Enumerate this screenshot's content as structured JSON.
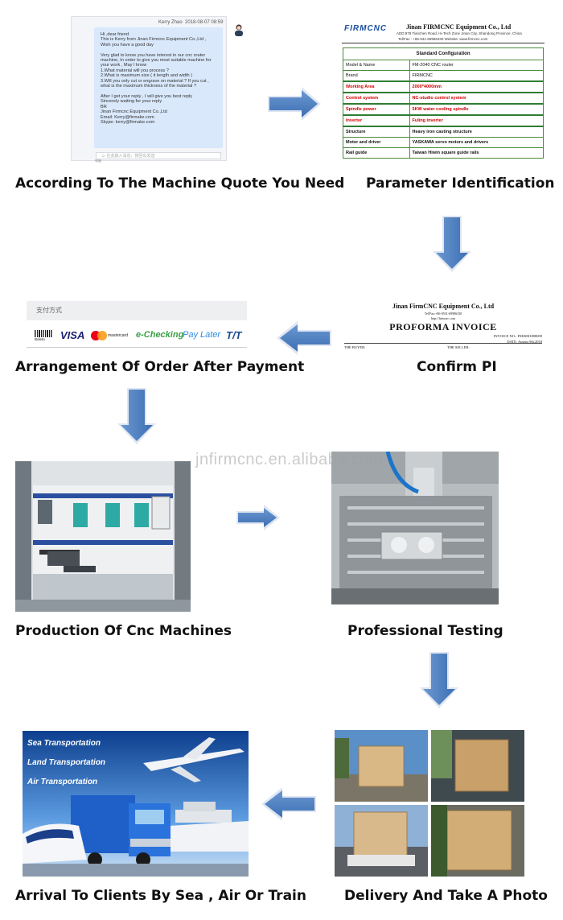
{
  "steps": [
    {
      "caption": "According To The Machine Quote You Need"
    },
    {
      "caption": "Parameter Identification"
    },
    {
      "caption": "Confirm PI"
    },
    {
      "caption": "Arrangement Of Order After Payment"
    },
    {
      "caption": "Production Of Cnc Machines"
    },
    {
      "caption": "Professional Testing"
    },
    {
      "caption": "Delivery And Take A Photo"
    },
    {
      "caption": "Arrival To Clients By Sea , Air Or Train"
    }
  ],
  "chat": {
    "sender": "Kerry Zhao",
    "timestamp": "2018-08-07 08:59",
    "lines": [
      "Hi ,dear friend",
      "This is Kerry from Jinan Firmcnc Equipment Co.,Ltd ,",
      "Wish you have a good day",
      "",
      "Very glad to know you have interest in our cnc router",
      "machine, In order to give you most suitable machine for",
      "your work , May I know",
      "1.What material will you process ?",
      "2.What is maximum size ( it length and width )",
      "3.Will you only cut or engrave on material ? If you cut ,",
      "what is the maximum thickness of the material ?",
      "",
      "After I get your reply , I will give you best reply",
      "Sincerely waiting for your reply",
      "BR",
      "Jinan Firmcnc Equipment Co.,Ltd",
      "Email: Kerry@firmake.com",
      "Skype: kerry@firmake.com"
    ],
    "input_placeholder": "在此输入消息，按回车发送",
    "side_label": "电脑"
  },
  "spec": {
    "logo": "FIRMCNC",
    "company": "Jinan FIRMCNC Equipment Co., Ltd",
    "address": "ADD:978 Tianchen Road, Hi-Tech Zone Jinan City, Shandong Province, China",
    "contact": "Tel/Fax : +86-531-69986330          Website: www.firmcnc.com",
    "title": "Standard Configuration",
    "rows": [
      {
        "k": "Model & Name",
        "v": "FM-2040 CNC router"
      },
      {
        "k": "Brand",
        "v": "FIRMCNC"
      },
      {
        "k": "Working Area",
        "v": "2000*4000mm"
      },
      {
        "k": "Control system",
        "v": "NC-studio control system"
      },
      {
        "k": "Spindle power",
        "v": "5KW water cooling spindle"
      },
      {
        "k": "Inverter",
        "v": "Fuling inverter"
      },
      {
        "k": "Structure",
        "v": "Heavy iron casting structure"
      },
      {
        "k": "Motor and driver",
        "v": "YASKAWA servo motors and drivers"
      },
      {
        "k": "Rail guide",
        "v": "Taiwan Hiwin square guide rails"
      }
    ]
  },
  "payment": {
    "header": "支付方式",
    "methods": [
      "Boleto",
      "VISA",
      "mastercard",
      "e-Checking",
      "Pay Later",
      "T/T"
    ]
  },
  "pi": {
    "company": "Jinan FirmCNC Equipment Co., Ltd",
    "tel": "Tel/Fax:+86-0531-69986330",
    "web": "http://firmcnc.com",
    "title": "PROFORMA INVOICE",
    "invoice_no": "INVOICE NO.: FMJSM1808009",
    "date": "DATE: August 9th,2018",
    "buyer": "THE BUYER:",
    "seller": "THE SELLER:"
  },
  "transport": {
    "sea": "Sea Transportation",
    "land": "Land Transportation",
    "air": "Air Transportation"
  },
  "watermark": "jnfirmcnc.en.alibaba.com",
  "colors": {
    "arrow": "#4a7fc1",
    "arrow_light": "#dbe4f1",
    "table_border": "#4b8a3a",
    "red": "#d00000"
  }
}
